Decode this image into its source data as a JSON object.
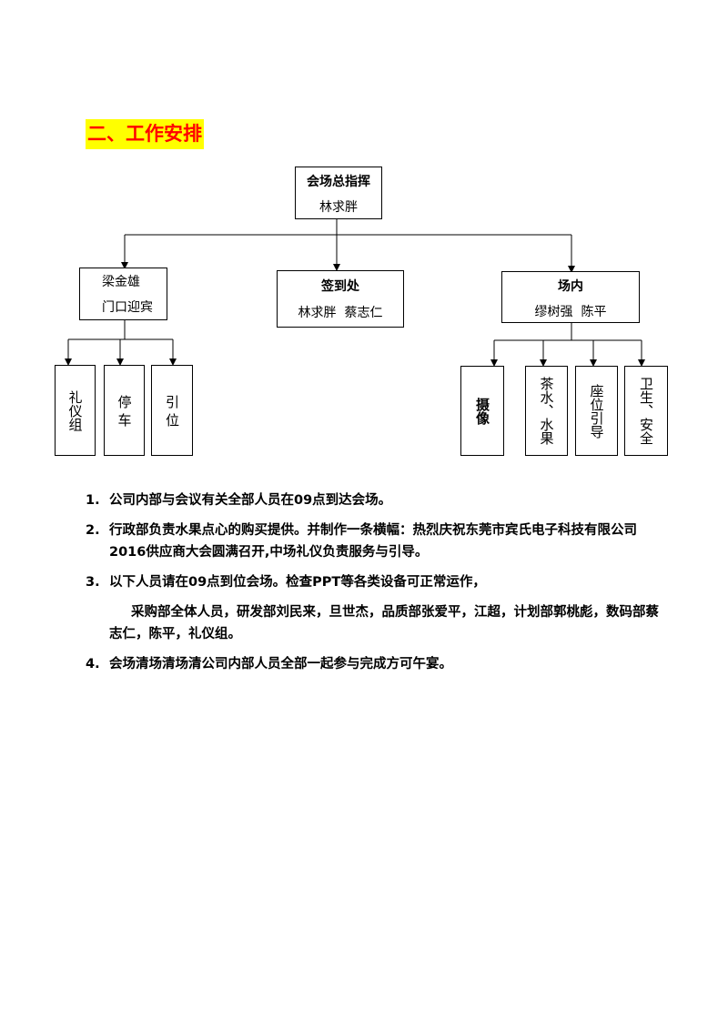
{
  "heading": "二、工作安排",
  "org": {
    "root": {
      "title": "会场总指挥",
      "name": "林求胖"
    },
    "welcome": {
      "title": "梁金雄",
      "sub": "门口迎宾"
    },
    "checkin": {
      "title": "签到处",
      "names": "林求胖  蔡志仁"
    },
    "venue": {
      "title": "场内",
      "names": "缪树强  陈平"
    },
    "left_children": [
      "礼仪组",
      "停 车",
      "引 位"
    ],
    "right_children": [
      "摄像",
      "茶水、水果",
      "座位引导",
      "卫生、安全"
    ]
  },
  "items": [
    {
      "num": "1.",
      "text": "公司内部与会议有关全部人员在09点到达会场。"
    },
    {
      "num": "2.",
      "text": "行政部负责水果点心的购买提供。并制作一条横幅：热烈庆祝东莞市宾氏电子科技有限公司2016供应商大会圆满召开,中场礼仪负责服务与引导。"
    },
    {
      "num": "3.",
      "text": "以下人员请在09点到位会场。检查PPT等各类设备可正常运作，"
    },
    {
      "num": "",
      "text": "采购部全体人员，研发部刘民来，旦世杰，品质部张爱平，江超，计划部郭桃彪，数码部蔡志仁，陈平，礼仪组。"
    },
    {
      "num": "4.",
      "text": "会场清场清场清公司内部人员全部一起参与完成方可午宴。"
    }
  ]
}
